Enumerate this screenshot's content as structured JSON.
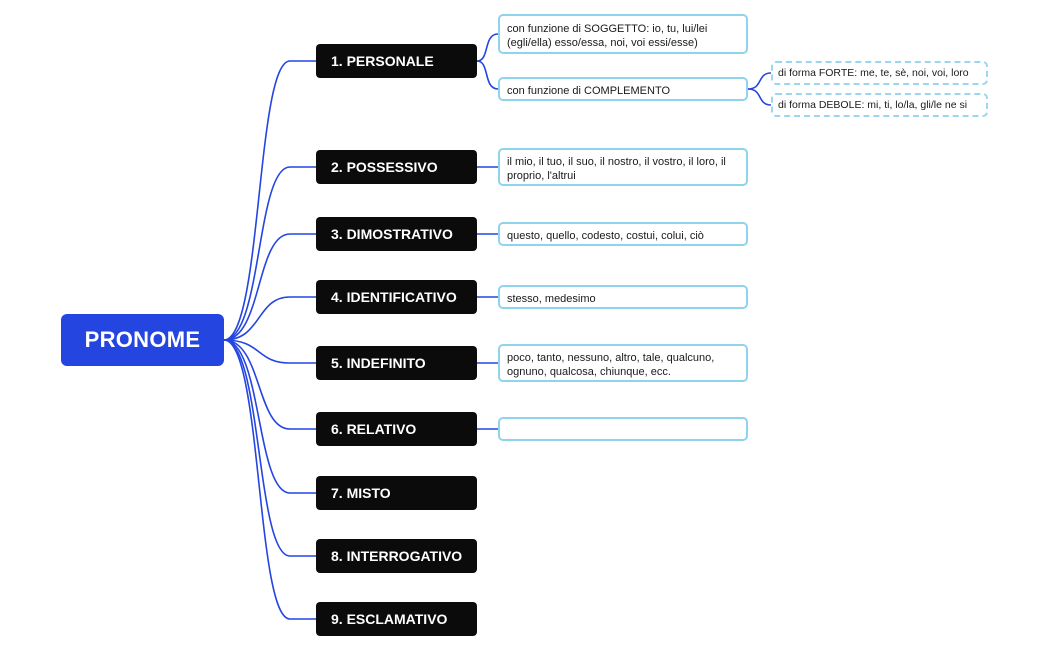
{
  "root": {
    "label": "PRONOME"
  },
  "colors": {
    "root_bg": "#2545e0",
    "link": "#2545e0",
    "category_bg": "#0b0b0b",
    "detail_border": "#8fd3ee"
  },
  "categories": [
    {
      "label": "1. PERSONALE"
    },
    {
      "label": "2. POSSESSIVO"
    },
    {
      "label": "3. DIMOSTRATIVO"
    },
    {
      "label": "4. IDENTIFICATIVO"
    },
    {
      "label": "5. INDEFINITO"
    },
    {
      "label": "6. RELATIVO"
    },
    {
      "label": "7. MISTO"
    },
    {
      "label": "8. INTERROGATIVO"
    },
    {
      "label": "9. ESCLAMATIVO"
    }
  ],
  "details": {
    "personale_soggetto": "con funzione di SOGGETTO: io, tu, lui/lei (egli/ella) esso/essa, noi, voi essi/esse)",
    "personale_complemento": "con funzione di COMPLEMENTO",
    "possessivo": "il mio, il tuo, il suo, il nostro, il vostro, il loro, il proprio, l'altrui",
    "dimostrativo": "questo, quello, codesto, costui, colui, ciò",
    "identificativo": "stesso, medesimo",
    "indefinito": "poco, tanto, nessuno, altro, tale, qualcuno, ognuno, qualcosa, chiunque, ecc.",
    "relativo": ""
  },
  "complemento_forms": {
    "forte": "di forma FORTE: me, te, sè, noi, voi, loro",
    "debole": "di forma DEBOLE: mi, ti, lo/la, gli/le ne si"
  }
}
